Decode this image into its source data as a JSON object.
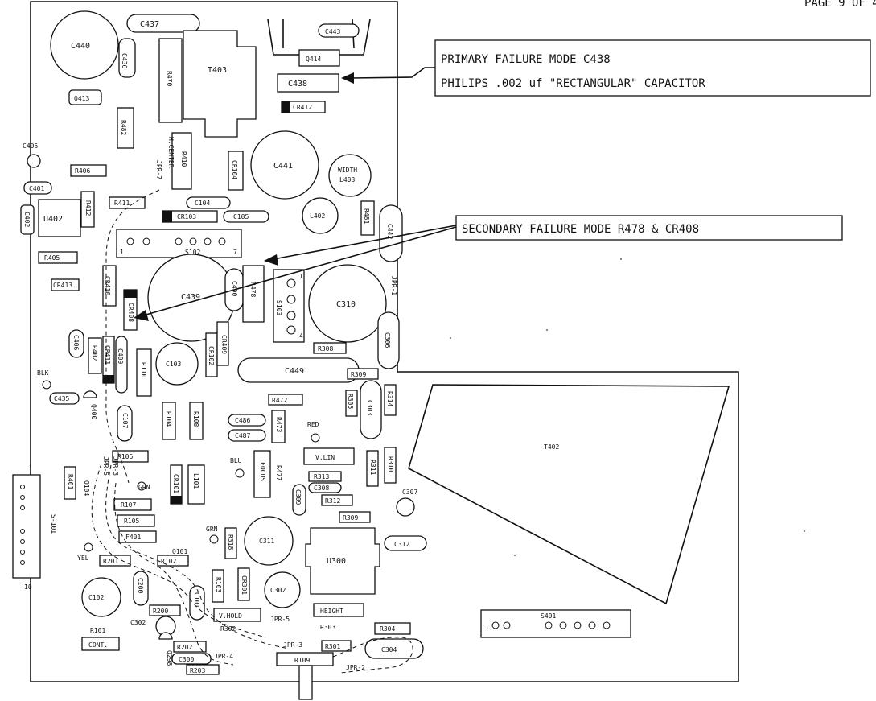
{
  "page_header": "PAGE 9 OF 4",
  "callouts": {
    "primary_line1": "PRIMARY FAILURE MODE C438",
    "primary_line2": "PHILIPS .002 uf \"RECTANGULAR\" CAPACITOR",
    "secondary": "SECONDARY FAILURE MODE  R478 & CR408"
  },
  "components": {
    "c437": "C437",
    "c440": "C440",
    "c436": "C436",
    "r470": "R470",
    "t403": "T403",
    "c443": "C443",
    "q414": "Q414",
    "c438": "C438",
    "cr412": "CR412",
    "q413": "Q413",
    "r482": "R482",
    "c405": "C405",
    "r406": "R406",
    "r410": "R410",
    "h_center": "H.CENTER",
    "cr104": "CR104",
    "c441": "C441",
    "width": "WIDTH",
    "l403": "L403",
    "c401": "C401",
    "r411": "R411",
    "c104": "C104",
    "r412": "R412",
    "c402": "C402",
    "u402": "U402",
    "cr103": "CR103",
    "c105": "C105",
    "l402": "L402",
    "r481": "R481",
    "c442": "C442",
    "s102": "S102",
    "r405": "R405",
    "cr413": "CR413",
    "cr410": "CR410",
    "c439": "C439",
    "c490": "C490",
    "r478": "R478",
    "s103": "S103",
    "c310": "C310",
    "jpr1": "JPR-1",
    "cr408": "CR408",
    "c406": "C406",
    "r402": "R402",
    "cr411": "CR411",
    "c409": "C409",
    "r110": "R110",
    "c103": "C103",
    "cr102": "CR102",
    "cr409": "CR409",
    "c306": "C306",
    "r308": "R308",
    "blk": "BLK",
    "c449": "C449",
    "r309": "R309",
    "c435": "C435",
    "q400": "Q400",
    "r472": "R472",
    "r305": "R305",
    "c303": "C303",
    "r314": "R314",
    "c107": "C107",
    "r104": "R104",
    "r108": "R108",
    "c486": "C486",
    "r473": "R473",
    "red": "RED",
    "c487": "C487",
    "r106": "R106",
    "jpr5a": "JPR-5",
    "jpr3a": "JPR-3",
    "v_lin": "V.LIN",
    "r311": "R311",
    "r310": "R310",
    "t402": "T402",
    "r401": "R401",
    "q104": "Q104",
    "grn1": "GRN",
    "cr101": "CR101",
    "l101": "L101",
    "blu": "BLU",
    "r477": "R477",
    "focus": "FOCUS",
    "r313": "R313",
    "c308": "C308",
    "c307": "C307",
    "c309": "C309",
    "r312": "R312",
    "r107": "R107",
    "r105": "R105",
    "r309b": "R309",
    "s101": "S-101",
    "f401": "F401",
    "q101": "Q101",
    "grn2": "GRN",
    "r318": "R318",
    "c311": "C311",
    "u300": "U300",
    "c312": "C312",
    "yel": "YEL",
    "r201": "R201",
    "r102": "R102",
    "c200": "C200",
    "r103": "R103",
    "cr301": "CR301",
    "c302b": "C302",
    "c102": "C102",
    "r200": "R200",
    "c101": "C101",
    "v_hold": "V.HOLD",
    "height": "HEIGHT",
    "s401": "S401",
    "r101": "R101",
    "c302": "C302",
    "q298": "Q298",
    "r302": "R302",
    "jpr5b": "JPR-5",
    "r303": "R303",
    "r304": "R304",
    "cont": "CONT.",
    "r202": "R202",
    "jpr3b": "JPR-3",
    "r301": "R301",
    "c304": "C304",
    "c300": "C300",
    "r109": "R109",
    "r203": "R203",
    "jpr4": "JPR-4",
    "jpr2": "JPR-2",
    "jpr7": "JPR-7"
  },
  "pin_labels": {
    "s102_1": "1",
    "s102_7": "7",
    "s103_1": "1",
    "s103_4": "4",
    "s101_1": "1",
    "s101_10": "10",
    "s401_1": "1"
  }
}
